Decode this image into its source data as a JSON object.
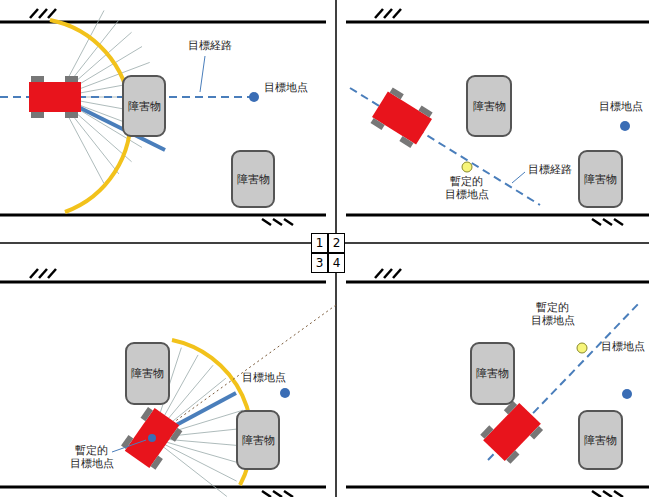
{
  "diagram": {
    "nodes": [
      {
        "text": [
          "障害物"
        ]
      },
      {
        "text": [
          "障害物"
        ]
      },
      {
        "text": [
          "障害物"
        ]
      },
      {
        "text": [
          "障害物"
        ]
      },
      {
        "text": [
          "1"
        ]
      },
      {
        "text": [
          "2"
        ]
      },
      {
        "text": [
          "3"
        ]
      },
      {
        "text": [
          "4"
        ]
      },
      {
        "text": [
          "障害物"
        ]
      },
      {
        "text": [
          "障害物"
        ]
      },
      {
        "text": [
          "障害物"
        ]
      },
      {
        "text": [
          "障害物"
        ]
      }
    ],
    "labels": [
      "目標経路",
      "目標地点",
      "目標地点",
      "目標経路",
      "暫定的 目標地点",
      "目標地点",
      "暫定的 目標地点",
      "暫定的 目標地点",
      "目標地点"
    ]
  }
}
